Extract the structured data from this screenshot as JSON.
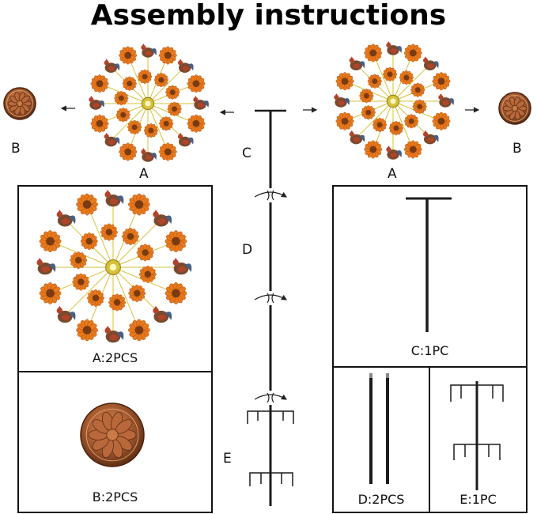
{
  "title": "Assembly instructions",
  "labels": {
    "a_left": "A",
    "a_right": "A",
    "b_left": "B",
    "b_right": "B",
    "c": "C",
    "d": "D",
    "e": "E"
  },
  "panels": {
    "a": "A:2PCS",
    "b": "B:2PCS",
    "c": "C:1PC",
    "d": "D:2PCS",
    "e": "E:1PC"
  },
  "colors": {
    "rooster_red": "#b0442a",
    "rooster_brown": "#7a4a2e",
    "rooster_blue": "#4a5f86",
    "sunflower_orange": "#e8791c",
    "sunflower_center": "#7a3b12",
    "spoke_gold": "#d8c13a",
    "copper": "#a4592f",
    "pole": "#1c1c1c"
  },
  "icons": [
    "rooster-sunflower-spinner-icon",
    "copper-medallion-icon",
    "pole-with-top-bar-icon",
    "rotate-arrow-icon",
    "ground-stake-icon"
  ]
}
